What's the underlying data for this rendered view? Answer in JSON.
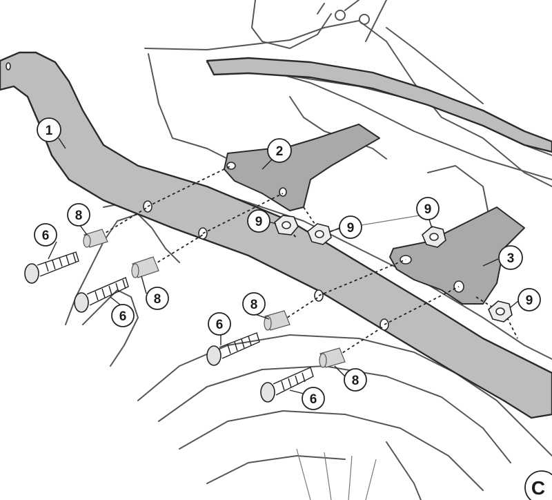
{
  "diagram": {
    "callouts": {
      "rack_bar": "1",
      "left_bracket": "2",
      "right_bracket": "3",
      "bolt": "6",
      "spacer": "8",
      "nut": "9"
    },
    "step_letter": "C"
  }
}
